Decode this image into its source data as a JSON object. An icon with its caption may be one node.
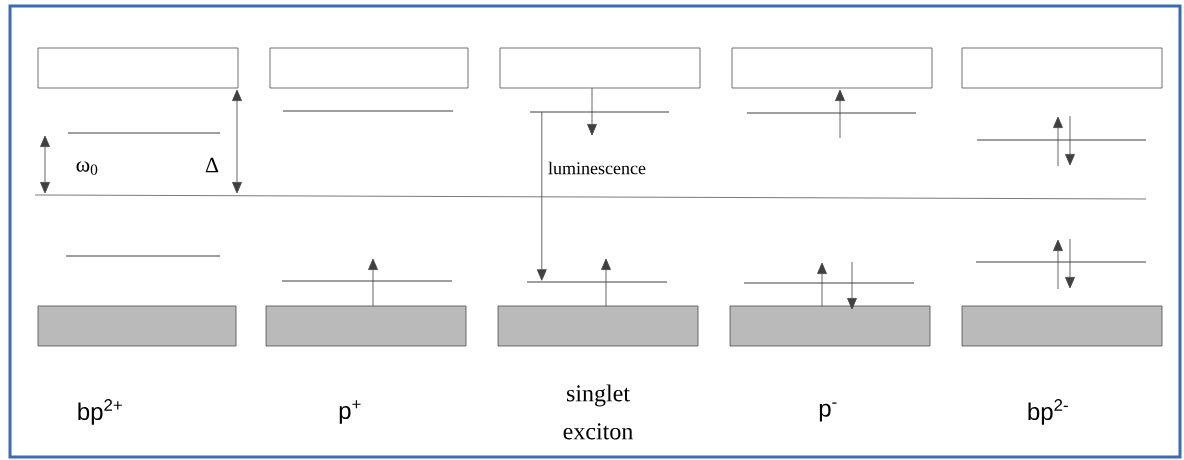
{
  "diagram": {
    "nodes": [
      {
        "text": [],
        "shape": "box"
      },
      {
        "text": [],
        "shape": "box"
      },
      {
        "text": [],
        "shape": "box"
      },
      {
        "text": [],
        "shape": "box"
      },
      {
        "text": [],
        "shape": "box"
      },
      {
        "text": [],
        "shape": "line"
      },
      {
        "text": [],
        "shape": "line"
      },
      {
        "text": [],
        "shape": "line"
      },
      {
        "text": [],
        "shape": "line"
      },
      {
        "text": [],
        "shape": "line"
      },
      {
        "text": [],
        "shape": "line"
      },
      {
        "text": [],
        "shape": "line"
      },
      {
        "text": [],
        "shape": "line"
      },
      {
        "text": [],
        "shape": "line"
      },
      {
        "text": [],
        "shape": "line"
      },
      {
        "text": [],
        "shape": "bar"
      },
      {
        "text": [],
        "shape": "bar"
      },
      {
        "text": [],
        "shape": "bar"
      },
      {
        "text": [],
        "shape": "bar"
      },
      {
        "text": [],
        "shape": "bar"
      }
    ],
    "edges": [
      {
        "from": 7,
        "to": 12,
        "arrow": "to",
        "label": "luminescence"
      }
    ],
    "labels": [
      "bp$^{2+}$",
      "p$^{+}$",
      "singlet exciton",
      "p$^{-}$",
      "bp$^{2-}$",
      "ω$_{0}$",
      "Δ"
    ]
  }
}
